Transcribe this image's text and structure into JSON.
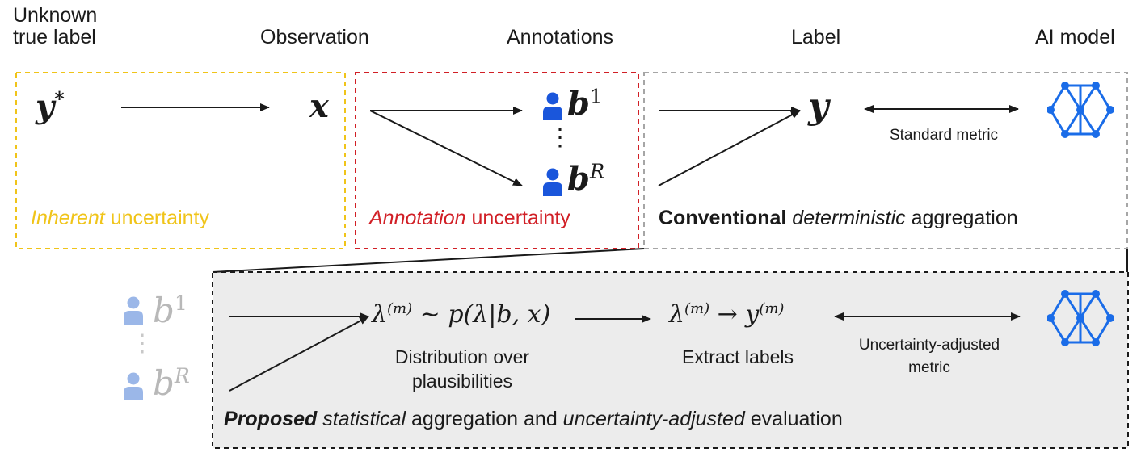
{
  "headers": {
    "unknown_true_label_line1": "Unknown",
    "unknown_true_label_line2": "true label",
    "observation": "Observation",
    "annotations": "Annotations",
    "label": "Label",
    "ai_model": "AI model"
  },
  "top_row": {
    "y_star": "y",
    "y_star_sup": "*",
    "x": "x",
    "b1": "b",
    "b1_sup": "1",
    "vdots": "⋮",
    "bR": "b",
    "bR_sup": "R",
    "y": "y",
    "standard_metric": "Standard metric"
  },
  "box_labels": {
    "inherent_em": "Inherent",
    "inherent_rest": " uncertainty",
    "annotation_em": "Annotation",
    "annotation_rest": " uncertainty",
    "conventional_bold": "Conventional",
    "conventional_em": "deterministic",
    "conventional_rest": " aggregation"
  },
  "bottom_row": {
    "b1": "b",
    "b1_sup": "1",
    "bR": "b",
    "bR_sup": "R",
    "lambda_expr": "λ",
    "lambda_sup": "(m)",
    "sim_expr": " ∼ p(λ|b, x)",
    "dist_line1": "Distribution over",
    "dist_line2": "plausibilities",
    "lambda2": "λ",
    "lambda2_sup": "(m)",
    "arrow_to": " → y",
    "y_sup": "(m)",
    "extract_labels": "Extract labels",
    "ua_metric_line1": "Uncertainty-adjusted",
    "ua_metric_line2": "metric",
    "proposed_bold": "Proposed",
    "proposed_em1": "statistical",
    "proposed_mid": " aggregation and ",
    "proposed_em2": "uncertainty-adjusted",
    "proposed_rest": " evaluation"
  },
  "colors": {
    "inherent": "#f0c419",
    "annotation": "#d11f26",
    "conventional": "#a6a6a6",
    "annotator_blue": "#1a56db",
    "annotator_faded": "#9bb7e8",
    "model_blue": "#1a6ce8",
    "proposed_bg": "#ececec"
  }
}
